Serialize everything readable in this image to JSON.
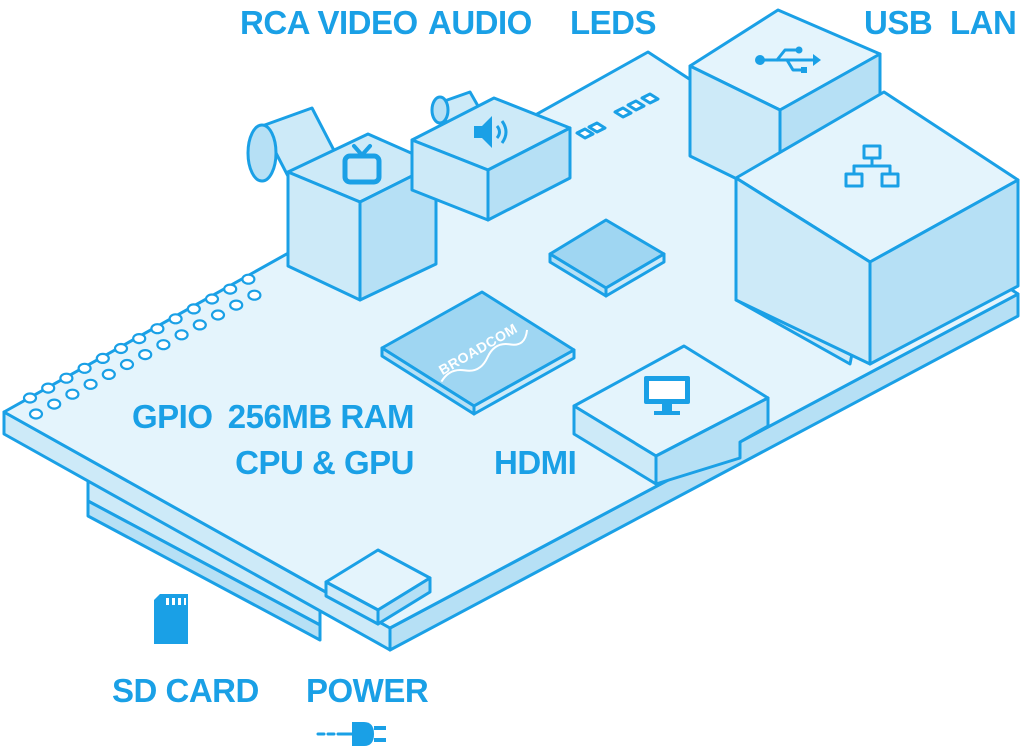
{
  "labels": {
    "rca_video": "RCA VIDEO",
    "audio": "AUDIO",
    "leds": "LEDS",
    "usb": "USB",
    "lan": "LAN",
    "gpio": "GPIO",
    "ram": "256MB RAM",
    "cpu_gpu": "CPU & GPU",
    "hdmi": "HDMI",
    "sd_card": "SD CARD",
    "power": "POWER",
    "chip_brand": "BROADCOM"
  },
  "icons": {
    "rca_video": "tv-icon",
    "audio": "speaker-icon",
    "usb": "usb-icon",
    "lan": "network-icon",
    "hdmi": "monitor-icon",
    "sd_card": "sd-card-icon",
    "power": "power-plug-icon"
  },
  "colors": {
    "line": "#1aa0e6",
    "board": "#e4f4fc"
  }
}
